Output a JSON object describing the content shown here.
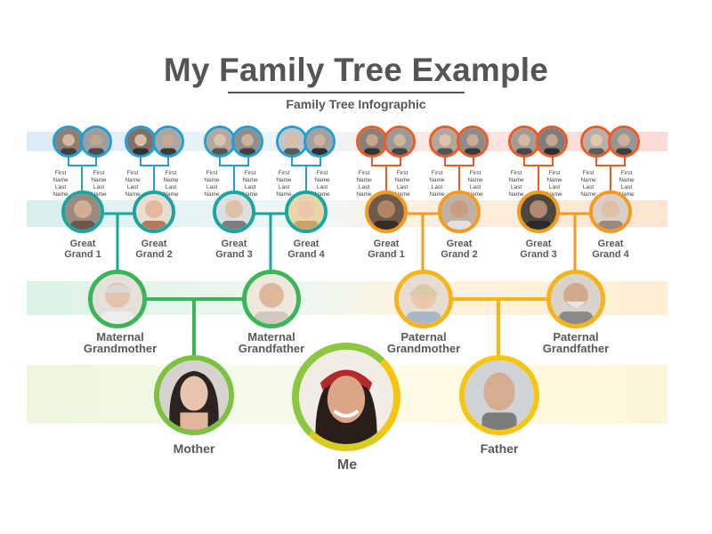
{
  "title": "My Family Tree Example",
  "subtitle": "Family  Tree Infographic",
  "colors": {
    "blue": "#1f9fd8",
    "teal": "#1aa6a0",
    "green": "#3bb55a",
    "lime": "#7cc142",
    "yellow": "#f4c60f",
    "orange": "#f39b1e",
    "red_orange": "#ef5a24",
    "label": "#595959"
  },
  "ancestor_name_labels": {
    "first": "First  Name",
    "last": "Last  Name"
  },
  "great_grandparents": {
    "maternal": [
      {
        "line1": "Great",
        "line2": "Grand  1"
      },
      {
        "line1": "Great",
        "line2": "Grand  2"
      },
      {
        "line1": "Great",
        "line2": "Grand  3"
      },
      {
        "line1": "Great",
        "line2": "Grand  4"
      }
    ],
    "paternal": [
      {
        "line1": "Great",
        "line2": "Grand  1"
      },
      {
        "line1": "Great",
        "line2": "Grand  2"
      },
      {
        "line1": "Great",
        "line2": "Grand  3"
      },
      {
        "line1": "Great",
        "line2": "Grand  4"
      }
    ]
  },
  "grandparents": [
    {
      "line1": "Maternal",
      "line2": "Grandmother"
    },
    {
      "line1": "Maternal",
      "line2": "Grandfather"
    },
    {
      "line1": "Paternal",
      "line2": "Grandmother"
    },
    {
      "line1": "Paternal",
      "line2": "Grandfather"
    }
  ],
  "parents": {
    "mother": "Mother",
    "father": "Father"
  },
  "me": "Me"
}
